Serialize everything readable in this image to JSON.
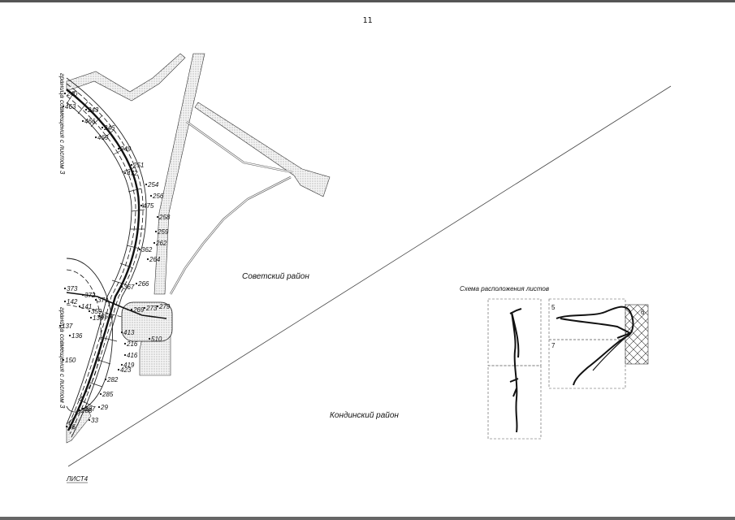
{
  "page_number": "11",
  "district_north": "Советский район",
  "district_south": "Кондинский район",
  "border_label_upper": "граница совмещения с листом 3",
  "border_label_lower": "граница совмещения с листом 3",
  "sheet_label": "ЛИСТ4",
  "scheme": {
    "title": "Схема расположения листов",
    "sheet_numbers": [
      "5",
      "6",
      "7"
    ]
  },
  "points": [
    "240",
    "463",
    "243",
    "466",
    "246",
    "469",
    "249",
    "251",
    "472",
    "254",
    "256",
    "475",
    "258",
    "259",
    "262",
    "362",
    "264",
    "266",
    "367",
    "373",
    "372",
    "371",
    "142",
    "141",
    "359",
    "355",
    "269",
    "273",
    "279",
    "138",
    "137",
    "136",
    "413",
    "216",
    "510",
    "416",
    "419",
    "150",
    "423",
    "282",
    "285",
    "288",
    "287",
    "29",
    "33",
    "36"
  ],
  "colors": {
    "line": "#222222",
    "hatch": "#888888",
    "paper": "#ffffff"
  }
}
